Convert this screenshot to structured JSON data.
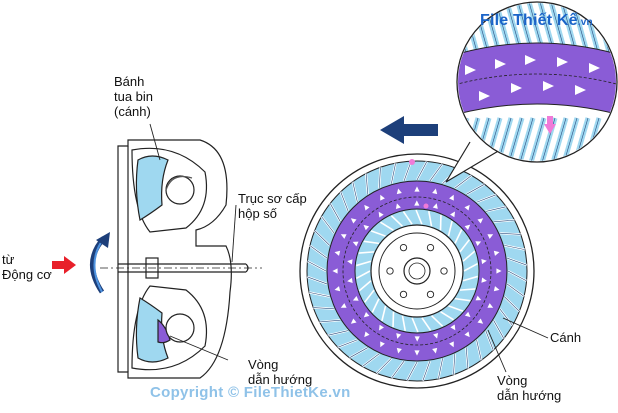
{
  "labels": {
    "turbine": "Bánh\ntua bin\n(cánh)",
    "shaft": "Trục sơ cấp\nhộp số",
    "engine": "từ\nĐộng cơ",
    "stator_left": "Vòng\ndẫn hướng",
    "blade": "Cánh",
    "stator_right": "Vòng\ndẫn hướng"
  },
  "watermark": {
    "logo_main": "File Thiết Kế",
    "logo_suffix": ".vn",
    "copyright": "Copyright © FileThietKe.vn"
  },
  "colors": {
    "blade": "#9fd8f0",
    "ring": "#8a5cd6",
    "arrow_blue": "#1d3f7a",
    "arrow_red": "#e8202a",
    "accent_pink": "#f07ad8"
  },
  "icons": [
    "rotation-arrow-icon",
    "direction-arrow-icon",
    "input-arrow-icon"
  ]
}
